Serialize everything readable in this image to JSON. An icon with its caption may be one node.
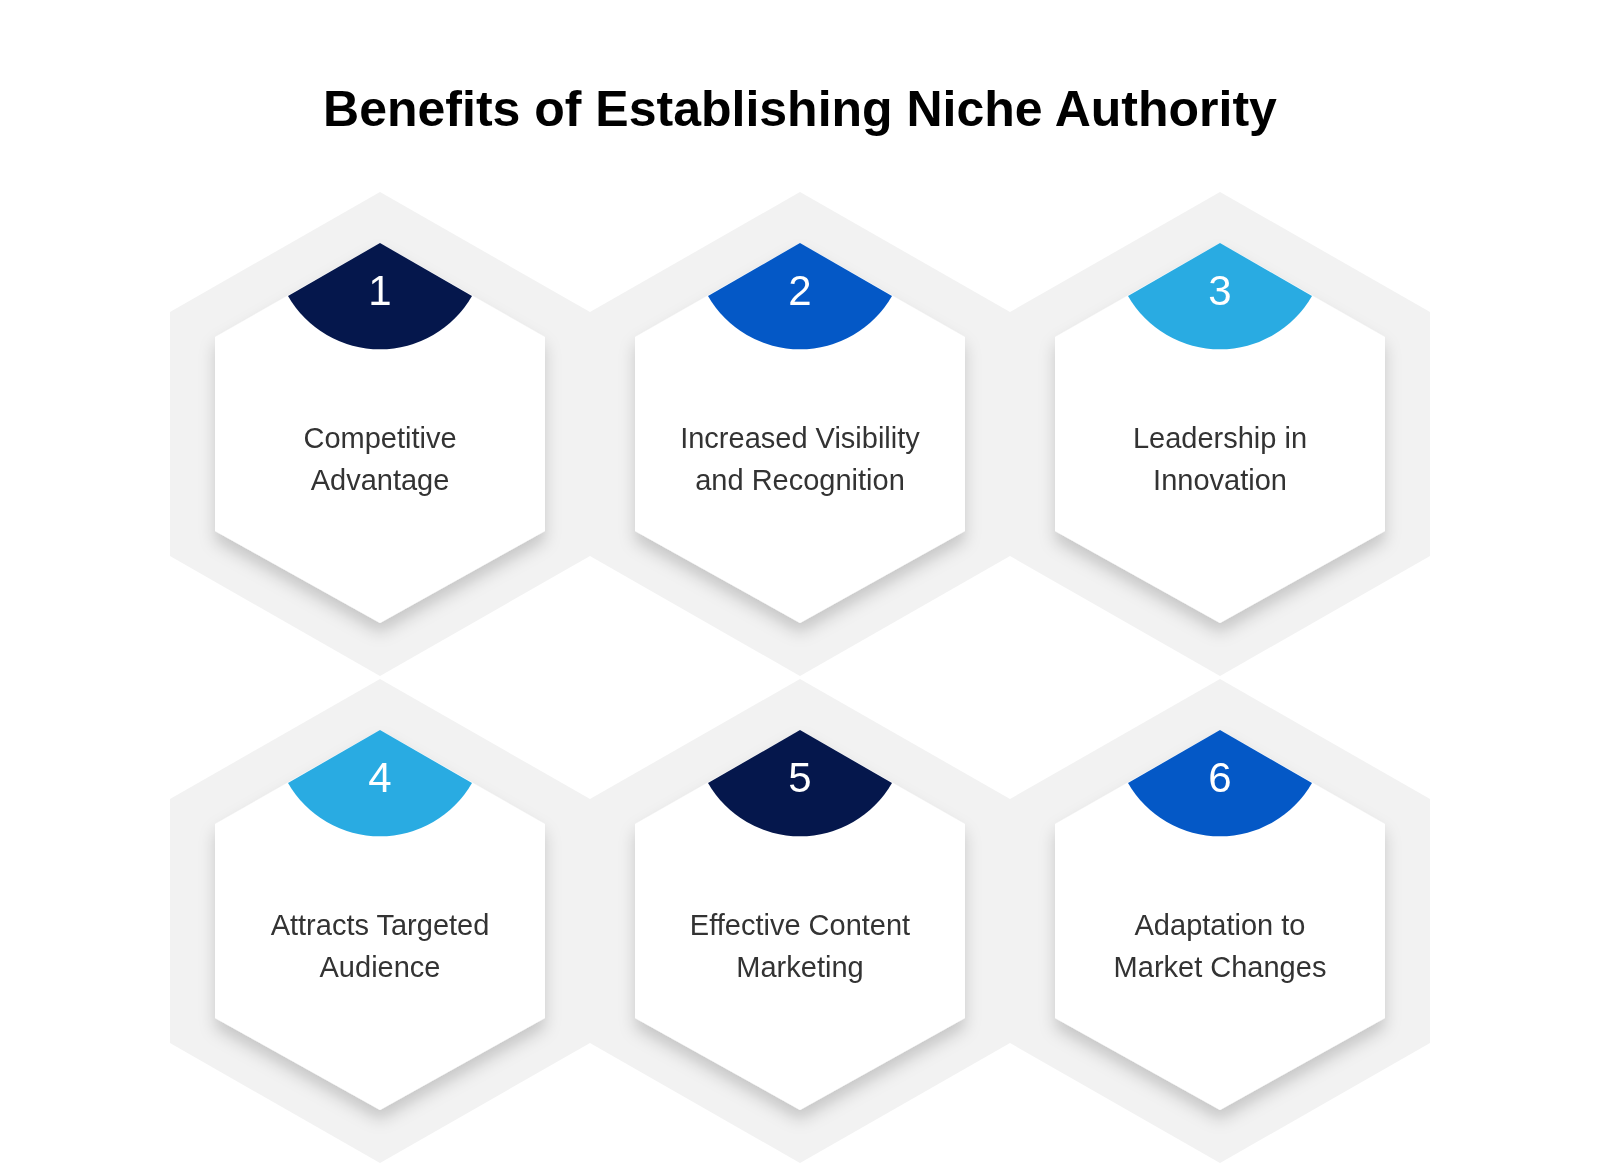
{
  "diagram": {
    "title": "Benefits of Establishing Niche Authority",
    "nodes": [
      {
        "text": [
          "1",
          "Competitive Advantage"
        ]
      },
      {
        "text": [
          "2",
          "Increased Visibility and Recognition"
        ]
      },
      {
        "text": [
          "3",
          "Leadership in Innovation"
        ]
      },
      {
        "text": [
          "4",
          "Attracts Targeted Audience"
        ]
      },
      {
        "text": [
          "5",
          "Effective Content Marketing"
        ]
      },
      {
        "text": [
          "6",
          "Adaptation to Market Changes"
        ]
      }
    ],
    "edges": []
  }
}
